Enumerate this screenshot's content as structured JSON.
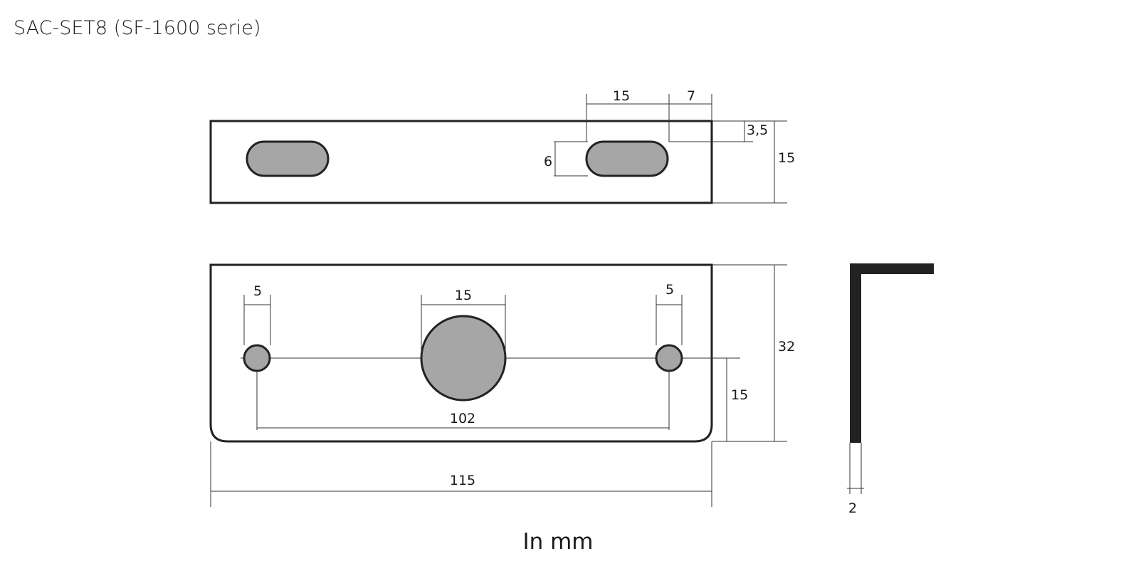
{
  "title": "SAC-SET8 (SF-1600 serie)",
  "unit_note": "In mm",
  "top_view": {
    "dims": {
      "slot_length": "15",
      "slot_edge_offset": "7",
      "slot_top_offset": "3,5",
      "slot_height": "6",
      "height": "15"
    }
  },
  "front_view": {
    "dims": {
      "left_hole_diameter": "5",
      "center_hole_diameter": "15",
      "right_hole_diameter": "5",
      "hole_spacing": "102",
      "hole_height": "15",
      "total_height": "32",
      "total_length": "115"
    }
  },
  "side_profile": {
    "dims": {
      "thickness": "2"
    }
  },
  "colors": {
    "hole_fill": "#a6a6a6",
    "outline": "#222222"
  }
}
